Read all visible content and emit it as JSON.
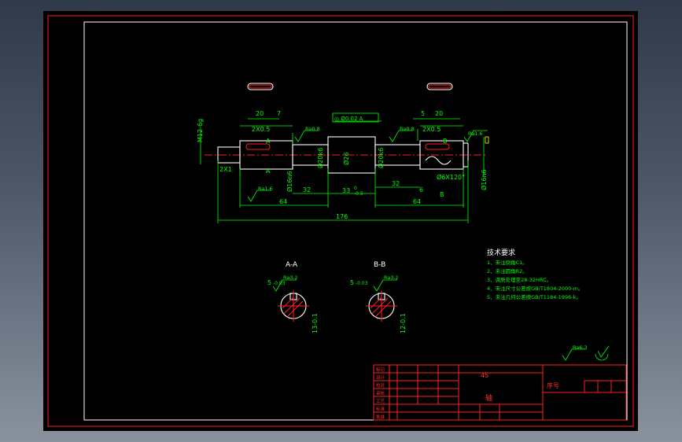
{
  "drawing": {
    "dims": {
      "d20": "20",
      "d7": "7",
      "d5": "5",
      "d20b": "20",
      "chamfer_left": "2X0.5",
      "chamfer_right": "2X0.5",
      "chamfer_end": "2X1",
      "thread": "M12-6g",
      "len_32a": "32",
      "len_33": "33",
      "len_32b": "32",
      "len_64a": "64",
      "len_64b": "64",
      "len_176": "176",
      "len_6": "6",
      "dia_26": "Ø26",
      "dia_20a": "Ø20k6",
      "dia_20b": "Ø20k6",
      "dia_16a": "Ø16n6",
      "dia_16b": "Ø16n6",
      "center_hole": "Ø6X120°",
      "tol_33_upper": "0",
      "tol_33_lower": "-0.5",
      "geo_tol": "◎ Ø0.02 A"
    },
    "roughness": {
      "r1": "Ra0.8",
      "r2": "Ra0.8",
      "r3": "Ra1.6",
      "r4": "Ra1.6",
      "r5": "Ra3.2",
      "r6": "Ra3.2",
      "general": "Ra6.3"
    },
    "section_labels": {
      "a_top": "A",
      "a_bottom": "A",
      "b_top": "B",
      "b_bottom": "B",
      "aa_title": "A-A",
      "bb_title": "B-B",
      "aa_key": "5",
      "aa_key_tol": "-0.03",
      "bb_key": "5",
      "bb_key_tol": "-0.03",
      "aa_depth": "13-0.1",
      "bb_depth": "12-0.1"
    },
    "tech_req": {
      "title": "技术要求",
      "items": [
        "1、未注倒角C1。",
        "2、未注圆角R2。",
        "3、调质处理至28-32HRC。",
        "4、未注尺寸公差按GB/T1804-2000-m。",
        "5、未注几何公差按GB/T1184-1996-k。"
      ]
    },
    "title_block": {
      "material": "45",
      "part_name": "轴",
      "seq_label": "序号",
      "left_labels": [
        "标记",
        "设计",
        "校对",
        "审核",
        "工艺",
        "标准",
        "批准"
      ]
    }
  },
  "colors": {
    "frame": "#ff2020",
    "outline": "#ffffff",
    "dimension": "#00ff00",
    "center_line": "#ff2020"
  }
}
